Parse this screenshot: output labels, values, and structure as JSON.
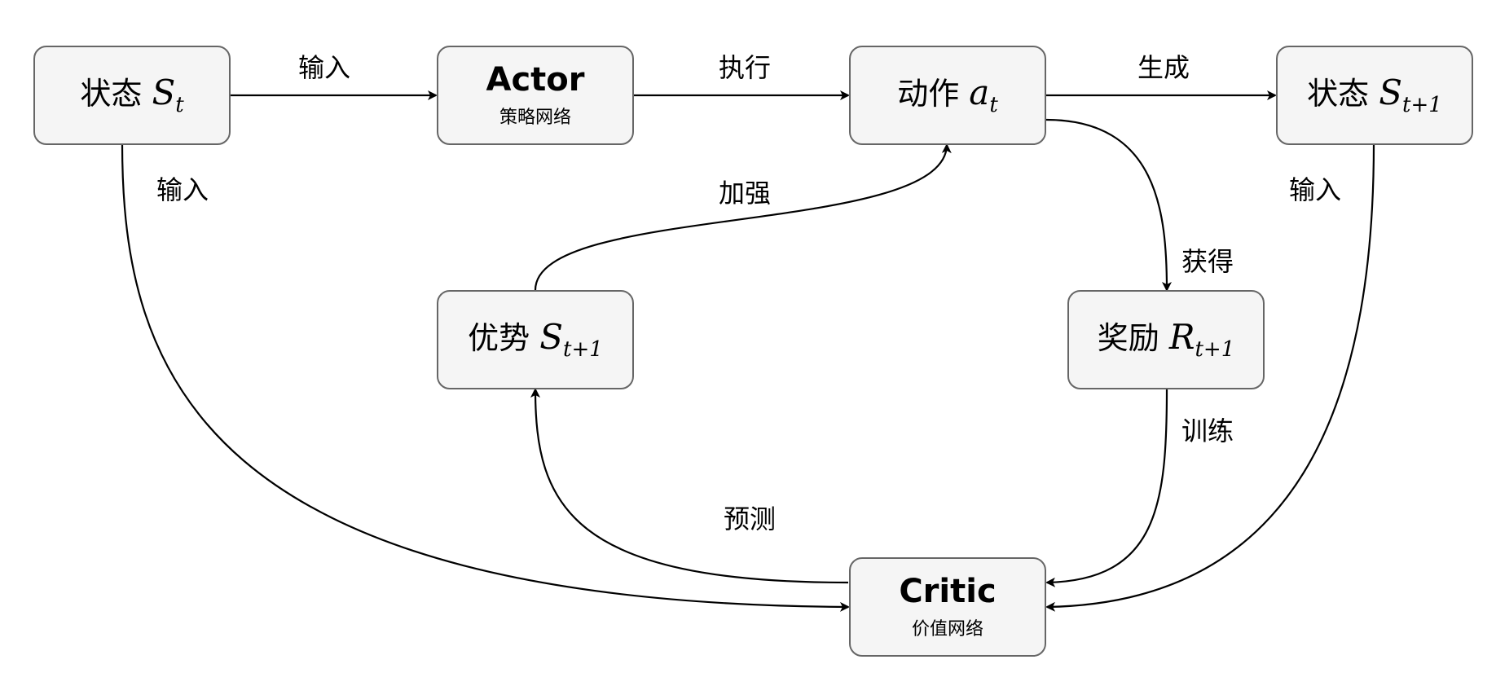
{
  "nodes": {
    "state_t": {
      "label": "状态",
      "symbol": "S",
      "sub": "t"
    },
    "actor": {
      "title": "Actor",
      "subtitle": "策略网络"
    },
    "action": {
      "label": "动作",
      "symbol": "a",
      "sub": "t"
    },
    "state_t1": {
      "label": "状态",
      "symbol": "S",
      "sub": "t+1"
    },
    "advantage": {
      "label": "优势",
      "symbol": "S",
      "sub": "t+1"
    },
    "reward": {
      "label": "奖励",
      "symbol": "R",
      "sub": "t+1"
    },
    "critic": {
      "title": "Critic",
      "subtitle": "价值网络"
    }
  },
  "edges": {
    "state_to_actor": "输入",
    "actor_to_action": "执行",
    "action_to_state": "生成",
    "state_to_critic": "输入",
    "state1_to_critic": "输入",
    "advantage_to_action": "加强",
    "action_to_reward": "获得",
    "reward_to_critic": "训练",
    "critic_to_advantage": "预测"
  },
  "colors": {
    "node_fill": "#f5f5f5",
    "node_border": "#666666",
    "line": "#000000"
  }
}
